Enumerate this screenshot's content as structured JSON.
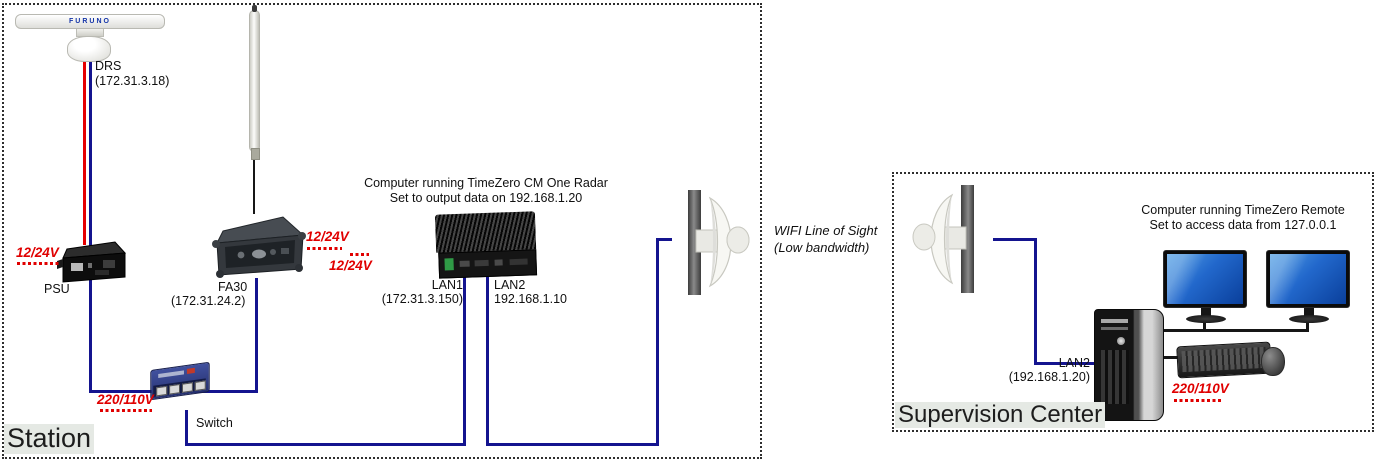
{
  "colors": {
    "data_cable": "#14148f",
    "power_accent": "#e00000",
    "section_label_bg": "#e5e9e4"
  },
  "station": {
    "label": "Station",
    "radar": {
      "brand": "FURUNO",
      "name": "DRS",
      "ip": "(172.31.3.18)"
    },
    "psu": {
      "name": "PSU",
      "power": "12/24V"
    },
    "fa30": {
      "name": "FA30",
      "ip": "(172.31.24.2)",
      "power_top": "12/24V",
      "power_bottom": "12/24V"
    },
    "computer": {
      "caption_line1": "Computer running TimeZero CM One Radar",
      "caption_line2": "Set to output data on 192.168.1.20",
      "lan1_name": "LAN1",
      "lan1_ip": "(172.31.3.150)",
      "lan2_name": "LAN2",
      "lan2_ip": "192.168.1.10"
    },
    "switch": {
      "name": "Switch",
      "power": "220/110V"
    }
  },
  "wifi_link": {
    "line1": "WIFI Line of Sight",
    "line2": "(Low bandwidth)"
  },
  "supervision": {
    "label": "Supervision Center",
    "caption_line1": "Computer running TimeZero Remote",
    "caption_line2": "Set to access data from 127.0.0.1",
    "lan2_name": "LAN2",
    "lan2_ip": "(192.168.1.20)",
    "power": "220/110V"
  }
}
